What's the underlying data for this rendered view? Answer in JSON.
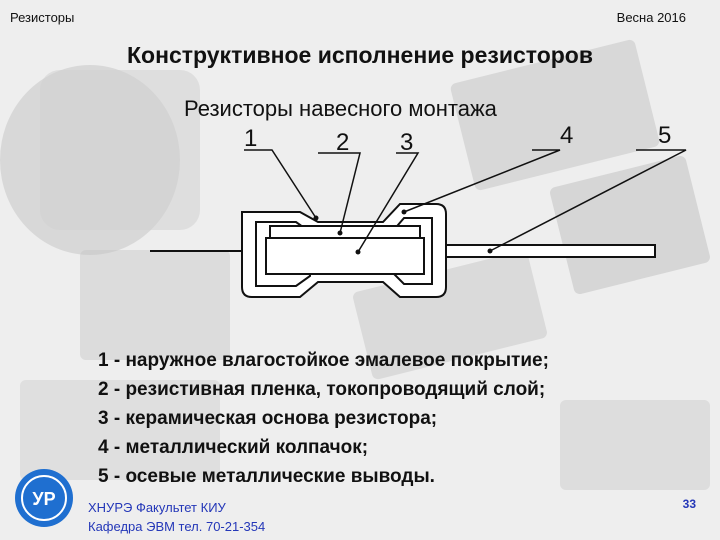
{
  "header": {
    "left": "Резисторы",
    "right": "Весна 2016"
  },
  "title": "Конструктивное исполнение резисторов",
  "subtitle": "Резисторы навесного монтажа",
  "diagram": {
    "labels": [
      "1",
      "2",
      "3",
      "4",
      "5"
    ]
  },
  "list": [
    "1 - наружное влагостойкое эмалевое покрытие;",
    "2 - резистивная пленка, токопроводящий слой;",
    "3 - керамическая основа резистора;",
    "4 - металлический колпачок;",
    "5 - осевые металлические выводы."
  ],
  "footer": {
    "line1": "ХНУРЭ Факультет КИУ",
    "line2": "Кафедра ЭВМ   тел. 70-21-354"
  },
  "page_number": "33",
  "logo": {
    "text": "УР"
  },
  "colors": {
    "footer_text": "#2437b8",
    "logo": "#1f6fd0"
  }
}
